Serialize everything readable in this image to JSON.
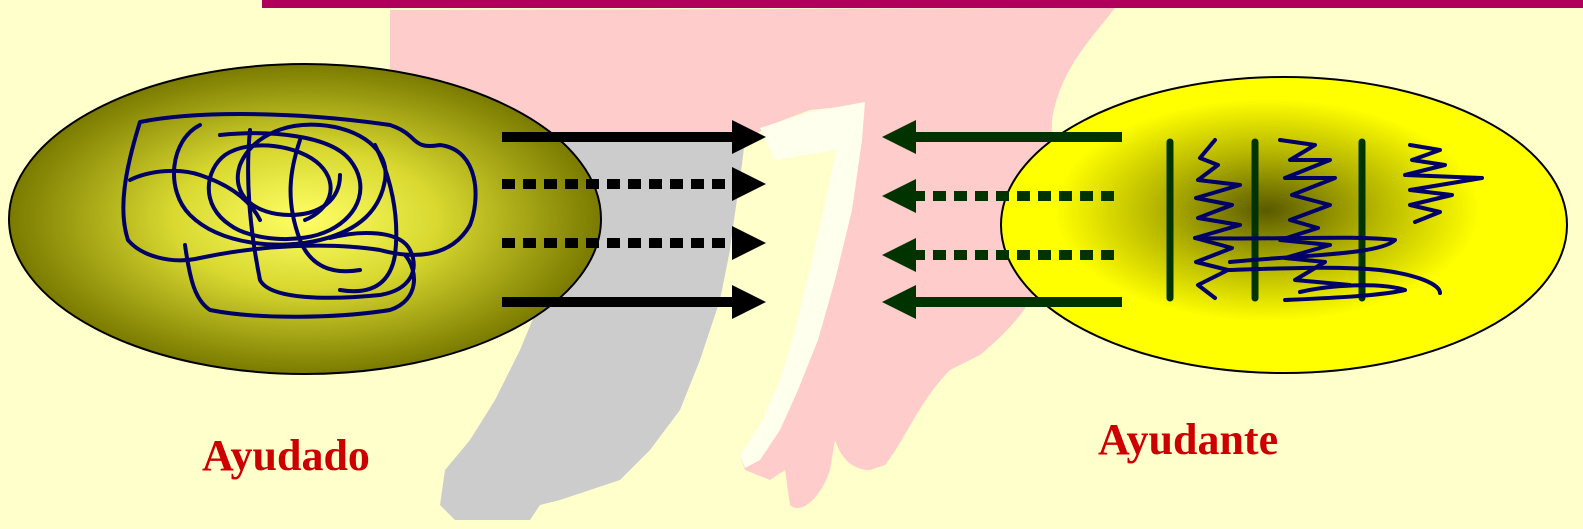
{
  "labels": {
    "helped": "Ayudado",
    "helper": "Ayudante"
  },
  "colors": {
    "background": "#ffffcc",
    "top_bar": "#b0005c",
    "label_text": "#cc0000",
    "left_ellipse_outer": "#808000",
    "left_ellipse_inner": "#ffff66",
    "right_ellipse_outer": "#ffff00",
    "right_ellipse_inner": "#5a5a00",
    "scribble": "#000066",
    "left_arrows": "#000000",
    "right_arrows": "#003300",
    "pink_hand": "#ffcccc",
    "gray_hand": "#cccccc"
  },
  "arrows": {
    "left_group": [
      "solid",
      "dotted",
      "dotted",
      "solid"
    ],
    "right_group": [
      "solid",
      "dotted",
      "dotted",
      "solid"
    ]
  },
  "icons": {
    "left_scribble": "tangled-scribble-icon",
    "right_scribble": "ordered-scribble-icon",
    "hands": "hand-silhouette-icon"
  }
}
